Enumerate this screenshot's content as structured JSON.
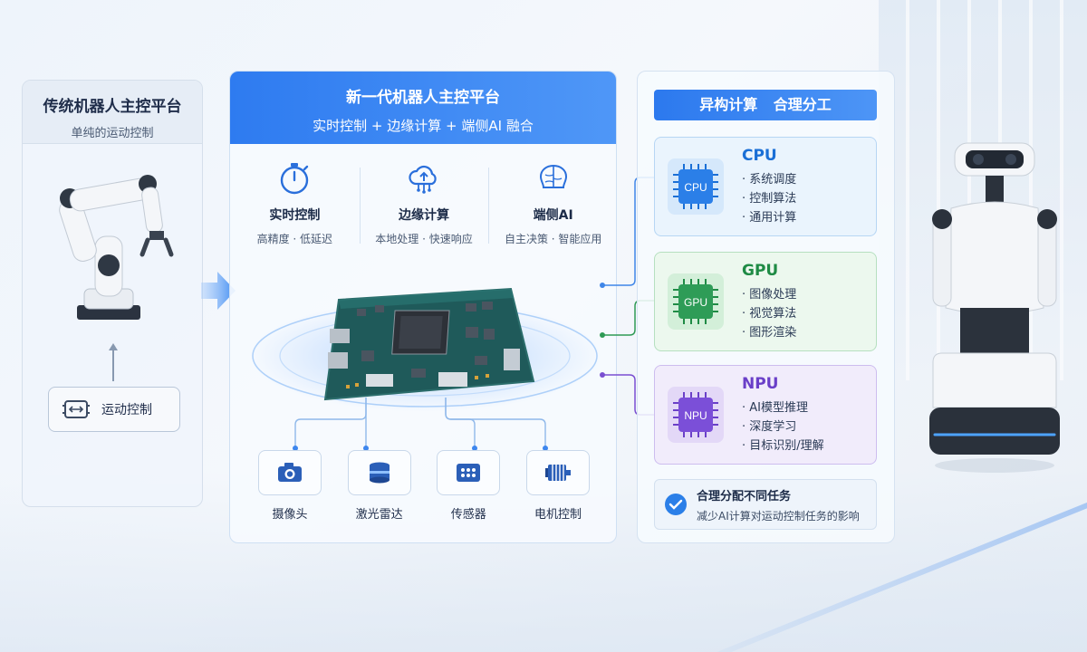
{
  "left_panel": {
    "title": "传统机器人主控平台",
    "subtitle": "单纯的运动控制",
    "motion_label": "运动控制"
  },
  "middle_panel": {
    "title": "新一代机器人主控平台",
    "subtitle": "实时控制 + 边缘计算 + 端侧AI 融合",
    "features": [
      {
        "title": "实时控制",
        "desc": "高精度 · 低延迟",
        "icon": "stopwatch-icon"
      },
      {
        "title": "边缘计算",
        "desc": "本地处理 · 快速响应",
        "icon": "cloud-upload-icon"
      },
      {
        "title": "端侧AI",
        "desc": "自主决策 · 智能应用",
        "icon": "ai-brain-icon"
      }
    ],
    "peripherals": [
      {
        "label": "摄像头",
        "icon": "camera-icon"
      },
      {
        "label": "激光雷达",
        "icon": "lidar-icon"
      },
      {
        "label": "传感器",
        "icon": "sensor-icon"
      },
      {
        "label": "电机控制",
        "icon": "motor-icon"
      }
    ]
  },
  "right_panel": {
    "title": "异构计算 合理分工",
    "processors": [
      {
        "name": "CPU",
        "chip_label": "CPU",
        "color": "#1a6fd6",
        "items": [
          "系统调度",
          "控制算法",
          "通用计算"
        ]
      },
      {
        "name": "GPU",
        "chip_label": "GPU",
        "color": "#1f8b45",
        "items": [
          "图像处理",
          "视觉算法",
          "图形渲染"
        ]
      },
      {
        "name": "NPU",
        "chip_label": "NPU",
        "color": "#6a3fc8",
        "items": [
          "AI模型推理",
          "深度学习",
          "目标识别/理解"
        ]
      }
    ],
    "note": {
      "title": "合理分配不同任务",
      "desc": "减少AI计算对运动控制任务的影响"
    }
  }
}
